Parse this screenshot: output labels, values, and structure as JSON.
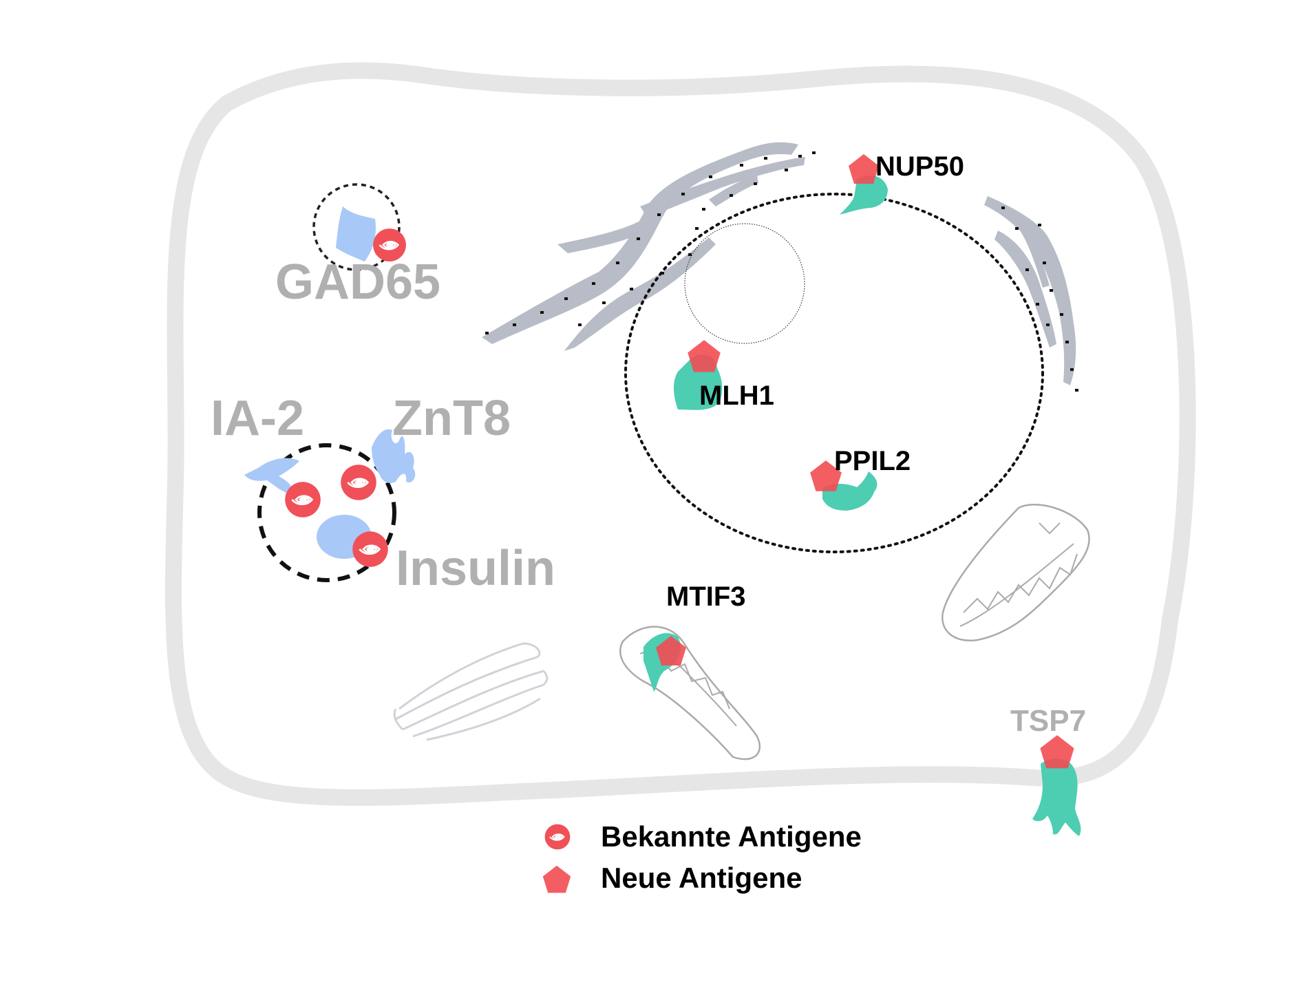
{
  "labels": {
    "gad65": "GAD65",
    "ia2": "IA-2",
    "znt8": "ZnT8",
    "insulin": "Insulin",
    "nup50": "NUP50",
    "mlh1": "MLH1",
    "ppil2": "PPIL2",
    "mtif3": "MTIF3",
    "tsp7": "TSP7"
  },
  "legend": {
    "known": "Bekannte Antigene",
    "new": "Neue Antigene"
  },
  "colors": {
    "membrane": "#e8e8e8",
    "er": "#b8bcc6",
    "protein_teal": "#4dcdb2",
    "antigen_red": "#f24d52",
    "vesicle_blue": "#a8c8f8",
    "faded_label": "#b0b0b0",
    "dark_label": "#000000"
  },
  "icons": {
    "known_antigen": "red-spiral-icon",
    "new_antigen": "red-pentagon-icon"
  }
}
